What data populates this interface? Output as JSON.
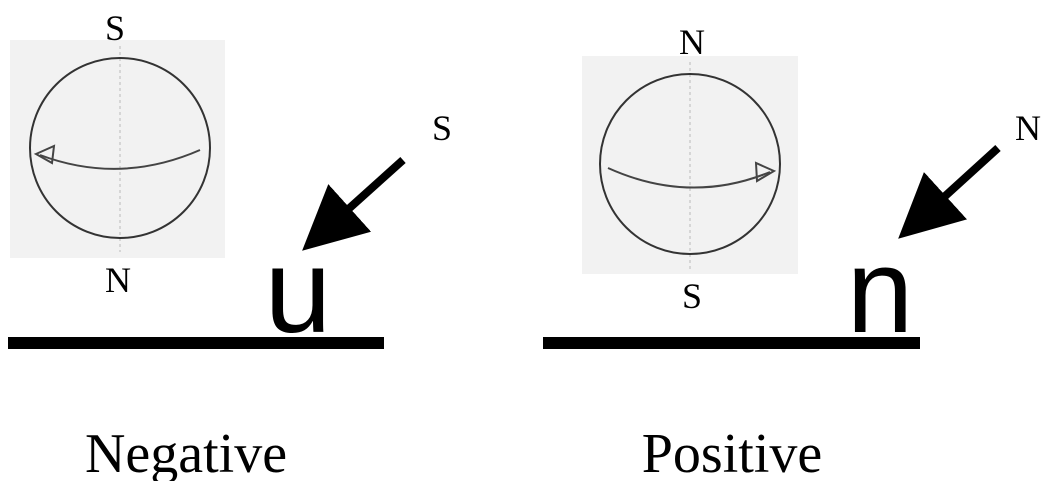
{
  "panels": {
    "negative": {
      "sphere_top_pole": "S",
      "sphere_bottom_pole": "N",
      "field_label": "S",
      "letter": "u",
      "caption": "Negative"
    },
    "positive": {
      "sphere_top_pole": "N",
      "sphere_bottom_pole": "S",
      "field_label": "N",
      "letter": "n",
      "caption": "Positive"
    }
  },
  "colors": {
    "ink": "#000000",
    "panel_background": "#f2f2f2",
    "sphere_stroke": "#333333",
    "axis_line": "#bbbbbb"
  },
  "icons": {
    "rotation_arrow_negative": "curved-arrow-left-icon",
    "rotation_arrow_positive": "curved-arrow-right-icon",
    "field_arrow": "diagonal-arrow-down-left-icon"
  }
}
